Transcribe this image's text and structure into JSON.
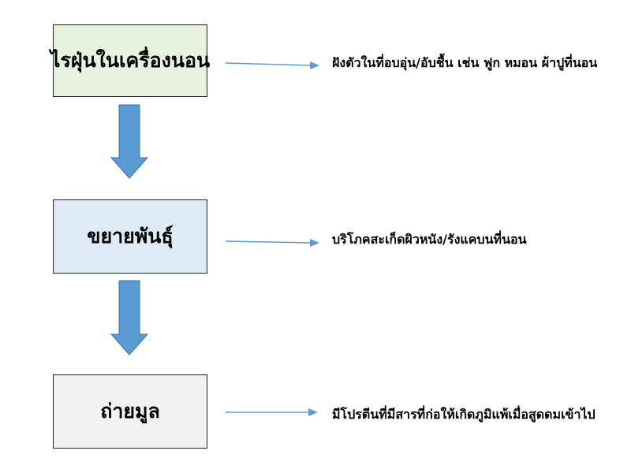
{
  "diagram": {
    "steps": [
      {
        "label": "ไรฝุ่นในเครื่องนอน",
        "note": "ฝังตัวในที่อบอุ่น/อับชื้น เช่น ฟูก หมอน ผ้าปูที่นอน",
        "fill_color": "#e9f1df"
      },
      {
        "label": "ขยายพันธุ์",
        "note": "บริโภคสะเก็ดผิวหนัง/รังแคบนที่นอน",
        "fill_color": "#deebf7"
      },
      {
        "label": "ถ่ายมูล",
        "note": "มีโปรตีนที่มีสารที่ก่อให้เกิดภูมิแพ้เมื่อสูดดมเข้าไป",
        "fill_color": "#f2f2f2"
      }
    ],
    "colors": {
      "down_arrow": "#5b9bd5",
      "side_arrow": "#5b9bd5",
      "box_border": "#222222"
    }
  }
}
